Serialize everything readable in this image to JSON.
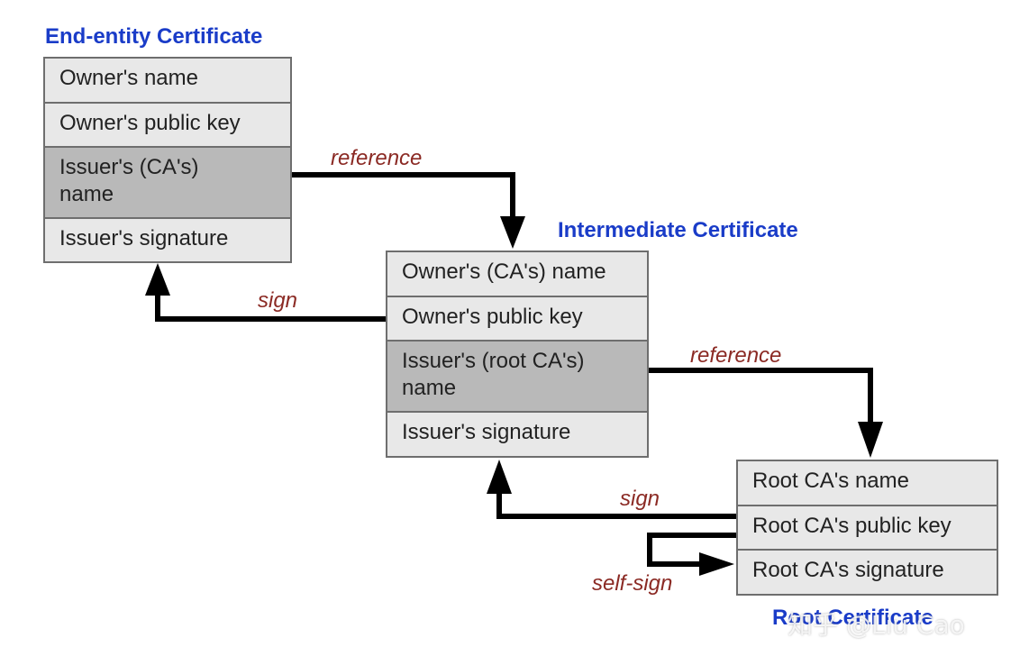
{
  "certificates": {
    "end_entity": {
      "title": "End-entity Certificate",
      "fields": [
        "Owner's name",
        "Owner's public key",
        "Issuer's (CA's)\nname",
        "Issuer's signature"
      ]
    },
    "intermediate": {
      "title": "Intermediate Certificate",
      "fields": [
        "Owner's (CA's) name",
        "Owner's public key",
        "Issuer's (root CA's)\nname",
        "Issuer's signature"
      ]
    },
    "root": {
      "title": "Root Certificate",
      "fields": [
        "Root CA's name",
        "Root CA's public key",
        "Root CA's signature"
      ]
    }
  },
  "edges": {
    "reference_1": "reference",
    "sign_1": "sign",
    "reference_2": "reference",
    "sign_2": "sign",
    "self_sign": "self-sign"
  },
  "colors": {
    "title": "#1a3cc8",
    "edge_label": "#8b2a24",
    "field_bg": "#e8e8e8",
    "issuer_bg": "#b9b9b9",
    "border": "#6e6e6e"
  },
  "watermark": "知乎 @Liu Cao"
}
